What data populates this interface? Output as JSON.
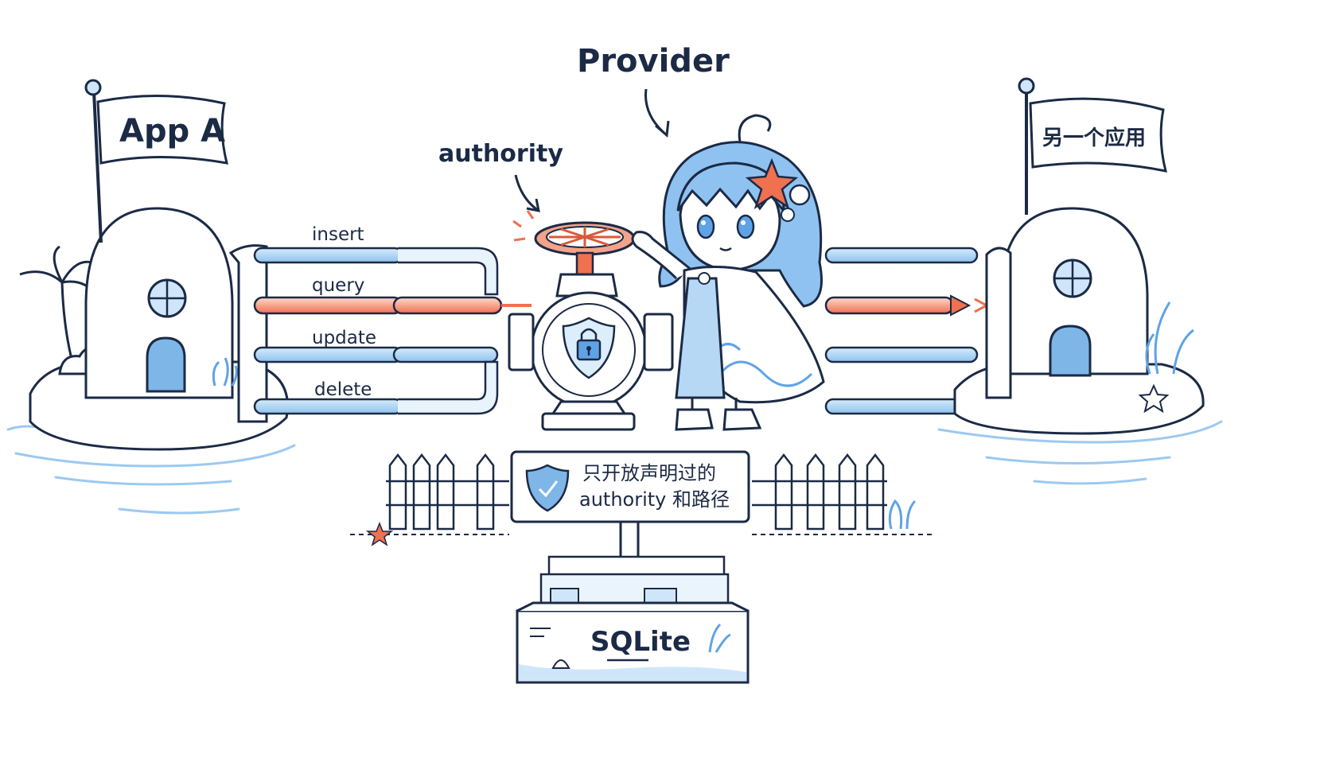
{
  "labels": {
    "provider": "Provider",
    "authority": "authority",
    "app_a": "App A",
    "other_app": "另一个应用",
    "database": "SQLite"
  },
  "operations": [
    "insert",
    "query",
    "update",
    "delete"
  ],
  "highlighted_operation": "query",
  "sign": {
    "line1": "只开放声明过的",
    "line2": "authority 和路径"
  },
  "colors": {
    "ink": "#1b2a45",
    "pipe_blue": "#7fb6e8",
    "pipe_red": "#f07050",
    "hair_blue": "#5fa3e6",
    "water": "#9cc9f0"
  }
}
